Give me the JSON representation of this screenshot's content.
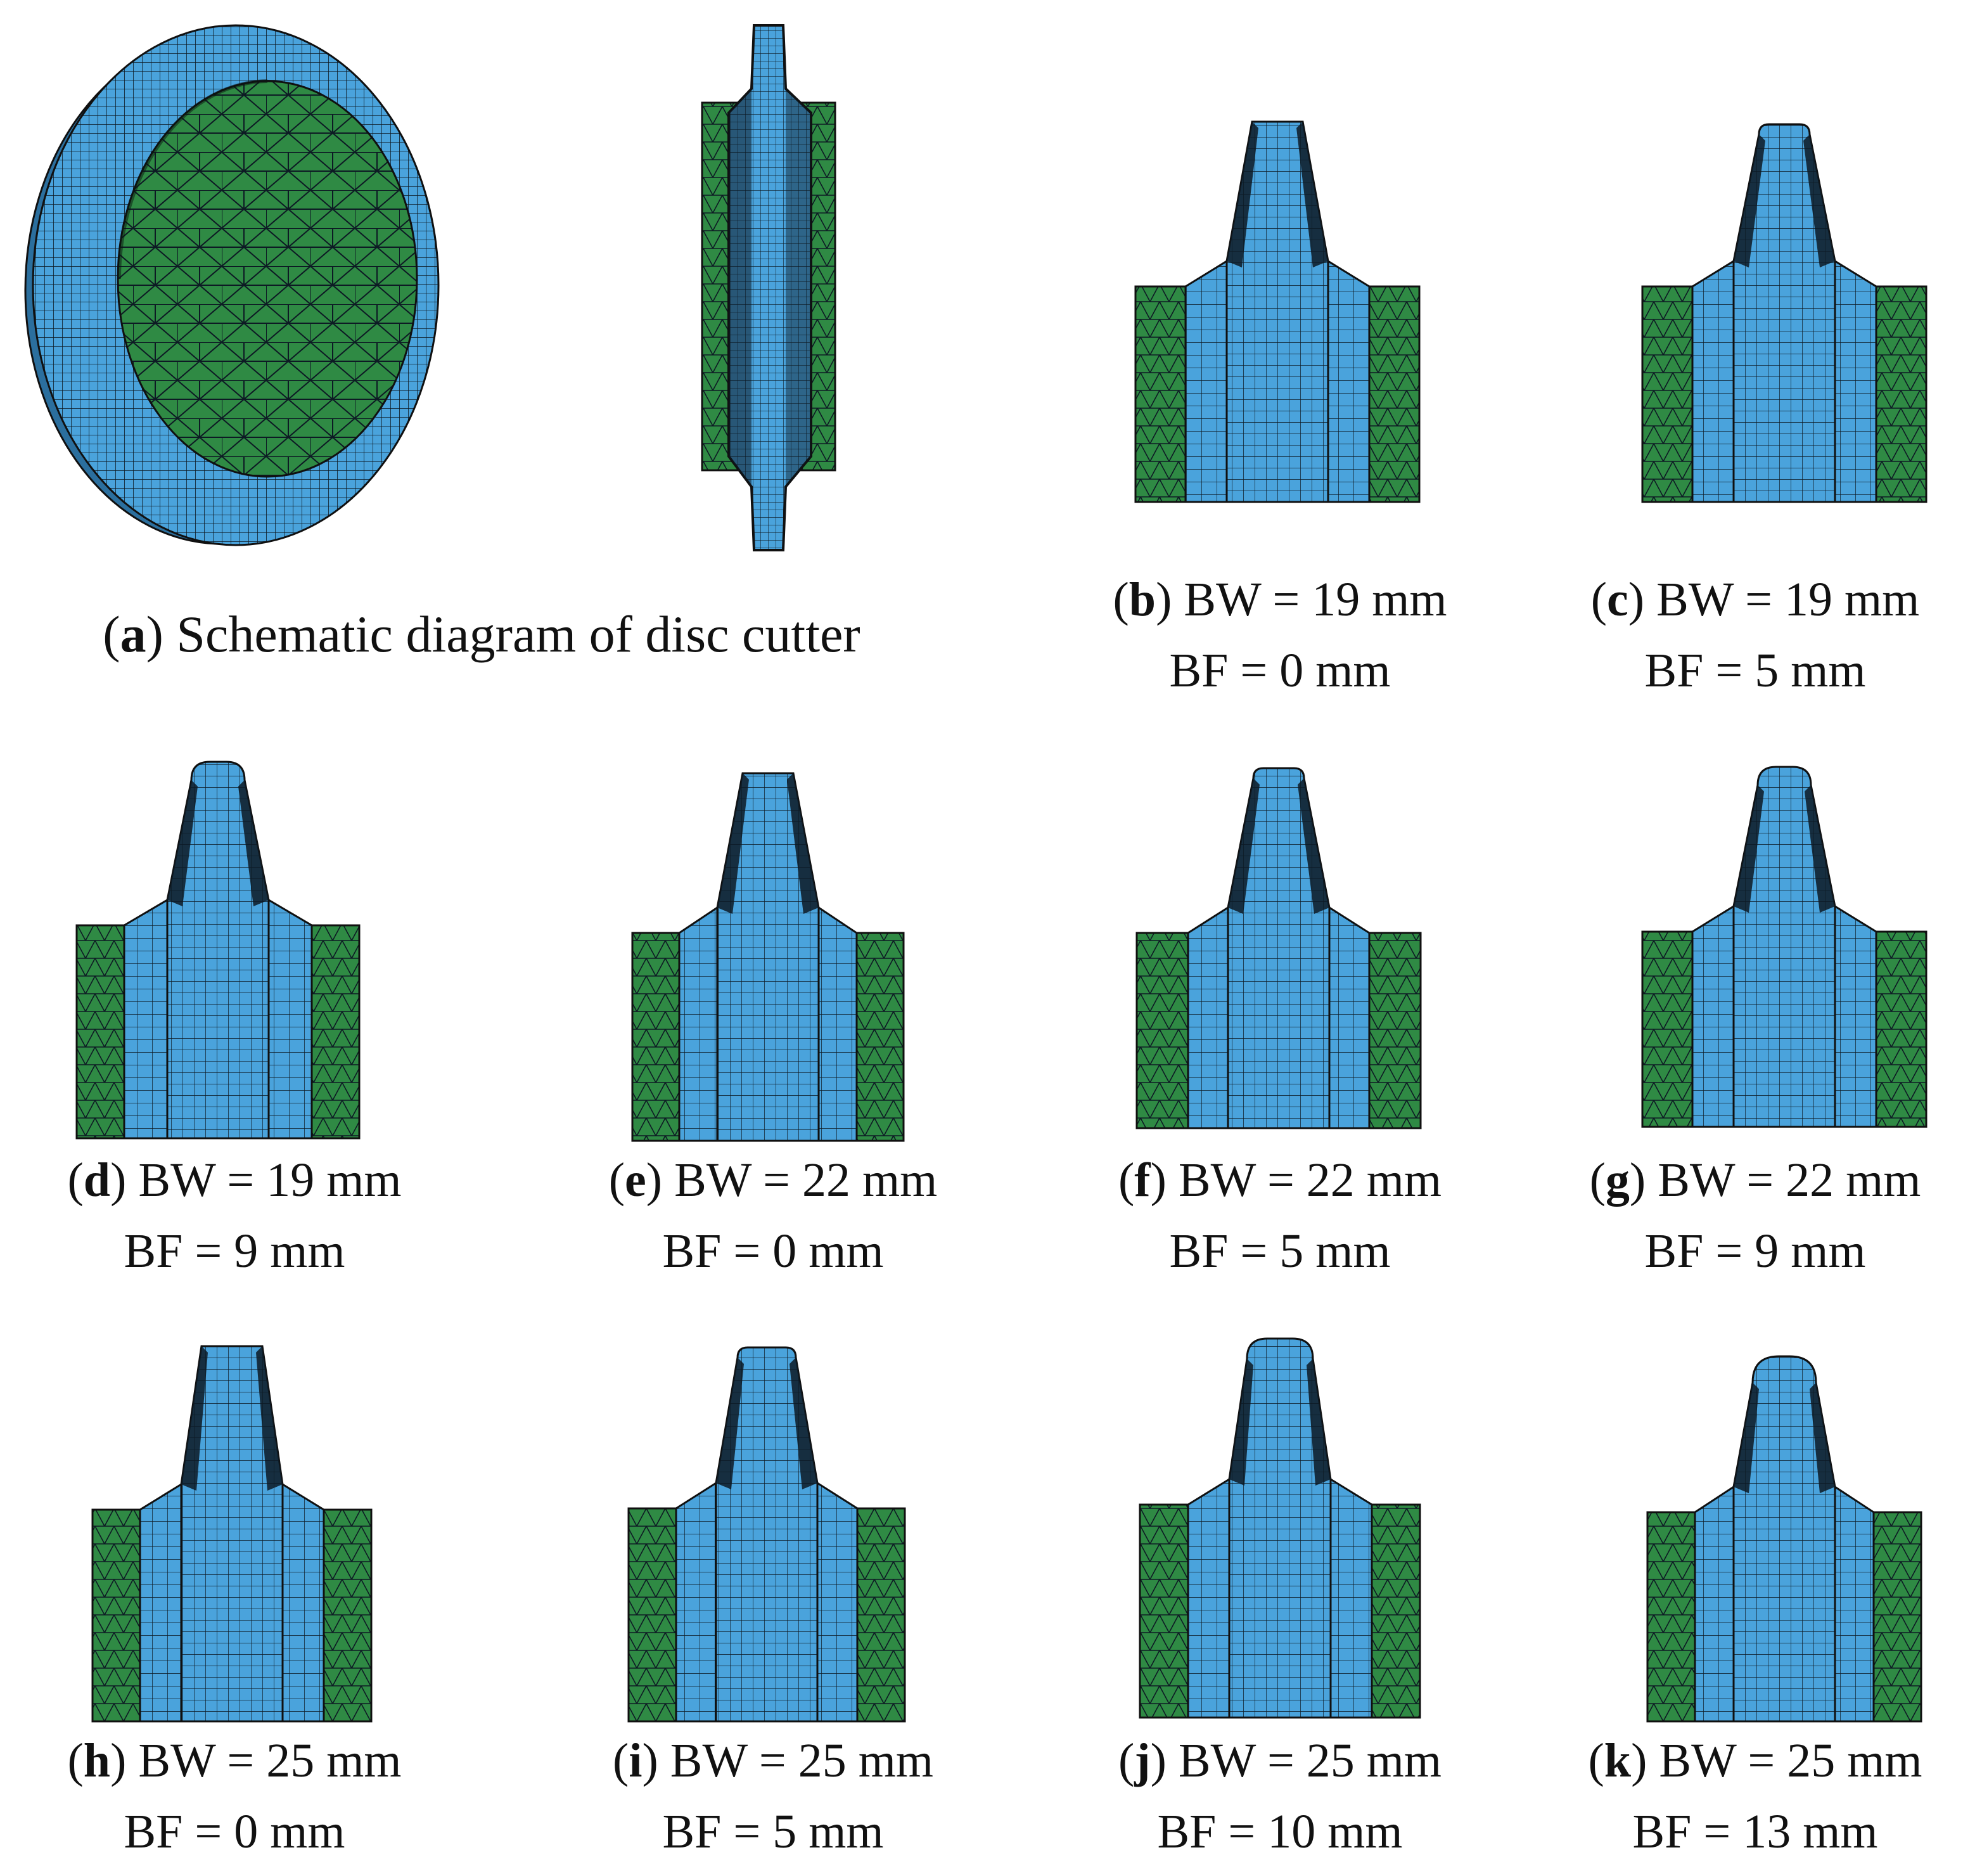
{
  "colors": {
    "blade": "#4aa3dc",
    "hub": "#2f8a44",
    "mesh": "#0d1a24",
    "edge": "#101010"
  },
  "panels": [
    {
      "id": "a",
      "letter": "a",
      "text": "Schematic diagram of disc cutter"
    },
    {
      "id": "b",
      "letter": "b",
      "bw": "BW = 19 mm",
      "bf": "BF = 0 mm",
      "tip_rounding": 0
    },
    {
      "id": "c",
      "letter": "c",
      "bw": "BW = 19 mm",
      "bf": "BF = 5 mm",
      "tip_rounding": 5
    },
    {
      "id": "d",
      "letter": "d",
      "bw": "BW = 19 mm",
      "bf": "BF = 9 mm",
      "tip_rounding": 9
    },
    {
      "id": "e",
      "letter": "e",
      "bw": "BW = 22 mm",
      "bf": "BF = 0 mm",
      "tip_rounding": 0
    },
    {
      "id": "f",
      "letter": "f",
      "bw": "BW = 22 mm",
      "bf": "BF = 5 mm",
      "tip_rounding": 5
    },
    {
      "id": "g",
      "letter": "g",
      "bw": "BW = 22 mm",
      "bf": "BF = 9 mm",
      "tip_rounding": 9
    },
    {
      "id": "h",
      "letter": "h",
      "bw": "BW = 25 mm",
      "bf": "BF = 0 mm",
      "tip_rounding": 0
    },
    {
      "id": "i",
      "letter": "i",
      "bw": "BW = 25 mm",
      "bf": "BF = 5 mm",
      "tip_rounding": 5
    },
    {
      "id": "j",
      "letter": "j",
      "bw": "BW = 25 mm",
      "bf": "BF = 10 mm",
      "tip_rounding": 10
    },
    {
      "id": "k",
      "letter": "k",
      "bw": "BW = 25 mm",
      "bf": "BF = 13 mm",
      "tip_rounding": 13
    }
  ]
}
